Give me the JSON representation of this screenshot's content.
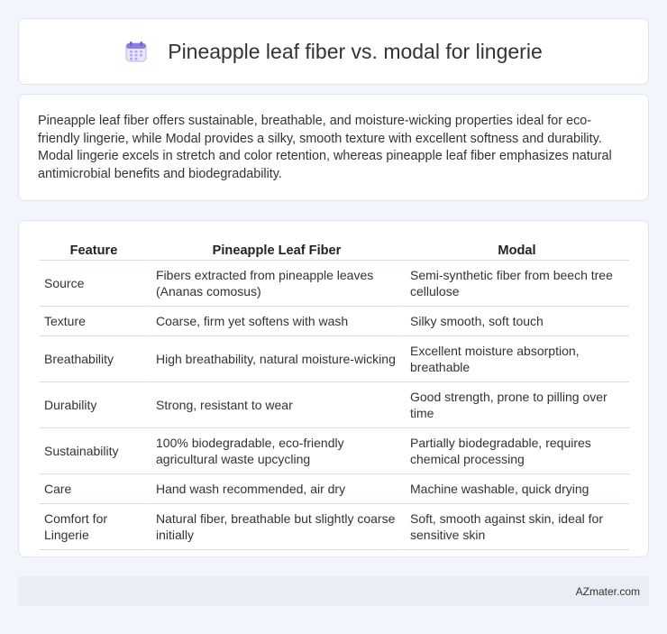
{
  "header": {
    "title": "Pineapple leaf fiber vs. modal for lingerie",
    "icon": "calendar-icon"
  },
  "summary": {
    "text": "Pineapple leaf fiber offers sustainable, breathable, and moisture-wicking properties ideal for eco-friendly lingerie, while Modal provides a silky, smooth texture with excellent softness and durability. Modal lingerie excels in stretch and color retention, whereas pineapple leaf fiber emphasizes natural antimicrobial benefits and biodegradability."
  },
  "table": {
    "headers": [
      "Feature",
      "Pineapple Leaf Fiber",
      "Modal"
    ],
    "rows": [
      [
        "Source",
        "Fibers extracted from pineapple leaves (Ananas comosus)",
        "Semi-synthetic fiber from beech tree cellulose"
      ],
      [
        "Texture",
        "Coarse, firm yet softens with wash",
        "Silky smooth, soft touch"
      ],
      [
        "Breathability",
        "High breathability, natural moisture-wicking",
        "Excellent moisture absorption, breathable"
      ],
      [
        "Durability",
        "Strong, resistant to wear",
        "Good strength, prone to pilling over time"
      ],
      [
        "Sustainability",
        "100% biodegradable, eco-friendly agricultural waste upcycling",
        "Partially biodegradable, requires chemical processing"
      ],
      [
        "Care",
        "Hand wash recommended, air dry",
        "Machine washable, quick drying"
      ],
      [
        "Comfort for Lingerie",
        "Natural fiber, breathable but slightly coarse initially",
        "Soft, smooth against skin, ideal for sensitive skin"
      ]
    ]
  },
  "footer": {
    "brand": "AZmater.com"
  },
  "colors": {
    "background": "#f2f5fb",
    "card": "#ffffff",
    "footer": "#e8edf6",
    "icon_accent": "#8a7fe0"
  }
}
